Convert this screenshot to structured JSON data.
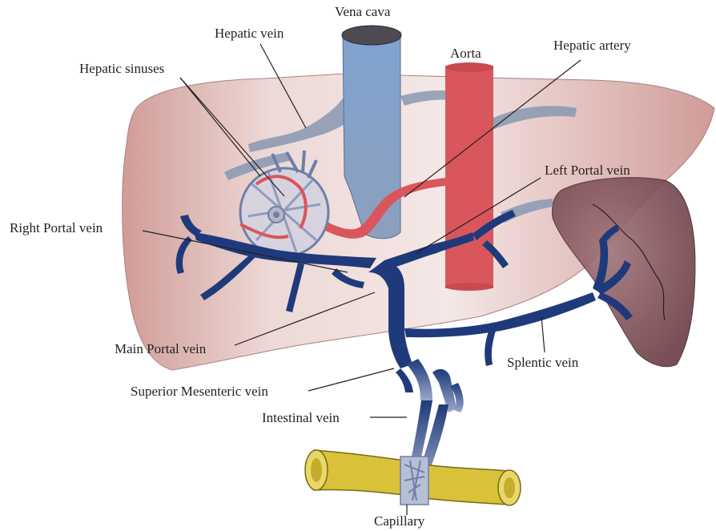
{
  "labels": {
    "vena_cava": "Vena cava",
    "hepatic_vein": "Hepatic vein",
    "aorta": "Aorta",
    "hepatic_artery": "Hepatic artery",
    "hepatic_sinuses": "Hepatic sinuses",
    "left_portal_vein": "Left Portal vein",
    "right_portal_vein": "Right Portal vein",
    "main_portal_vein": "Main Portal vein",
    "splentic_vein": "Splentic vein",
    "superior_mesenteric_vein": "Superior Mesenteric vein",
    "intestinal_vein": "Intestinal vein",
    "capillary": "Capillary"
  },
  "colors": {
    "liver": "#c98b86",
    "spleen": "#7a4a52",
    "portal_vein": "#1f3a7a",
    "vena_cava": "#7f9ec6",
    "aorta": "#d9565c",
    "intestine": "#d9c23a",
    "sinus_vessels": "#8e9cc0"
  }
}
